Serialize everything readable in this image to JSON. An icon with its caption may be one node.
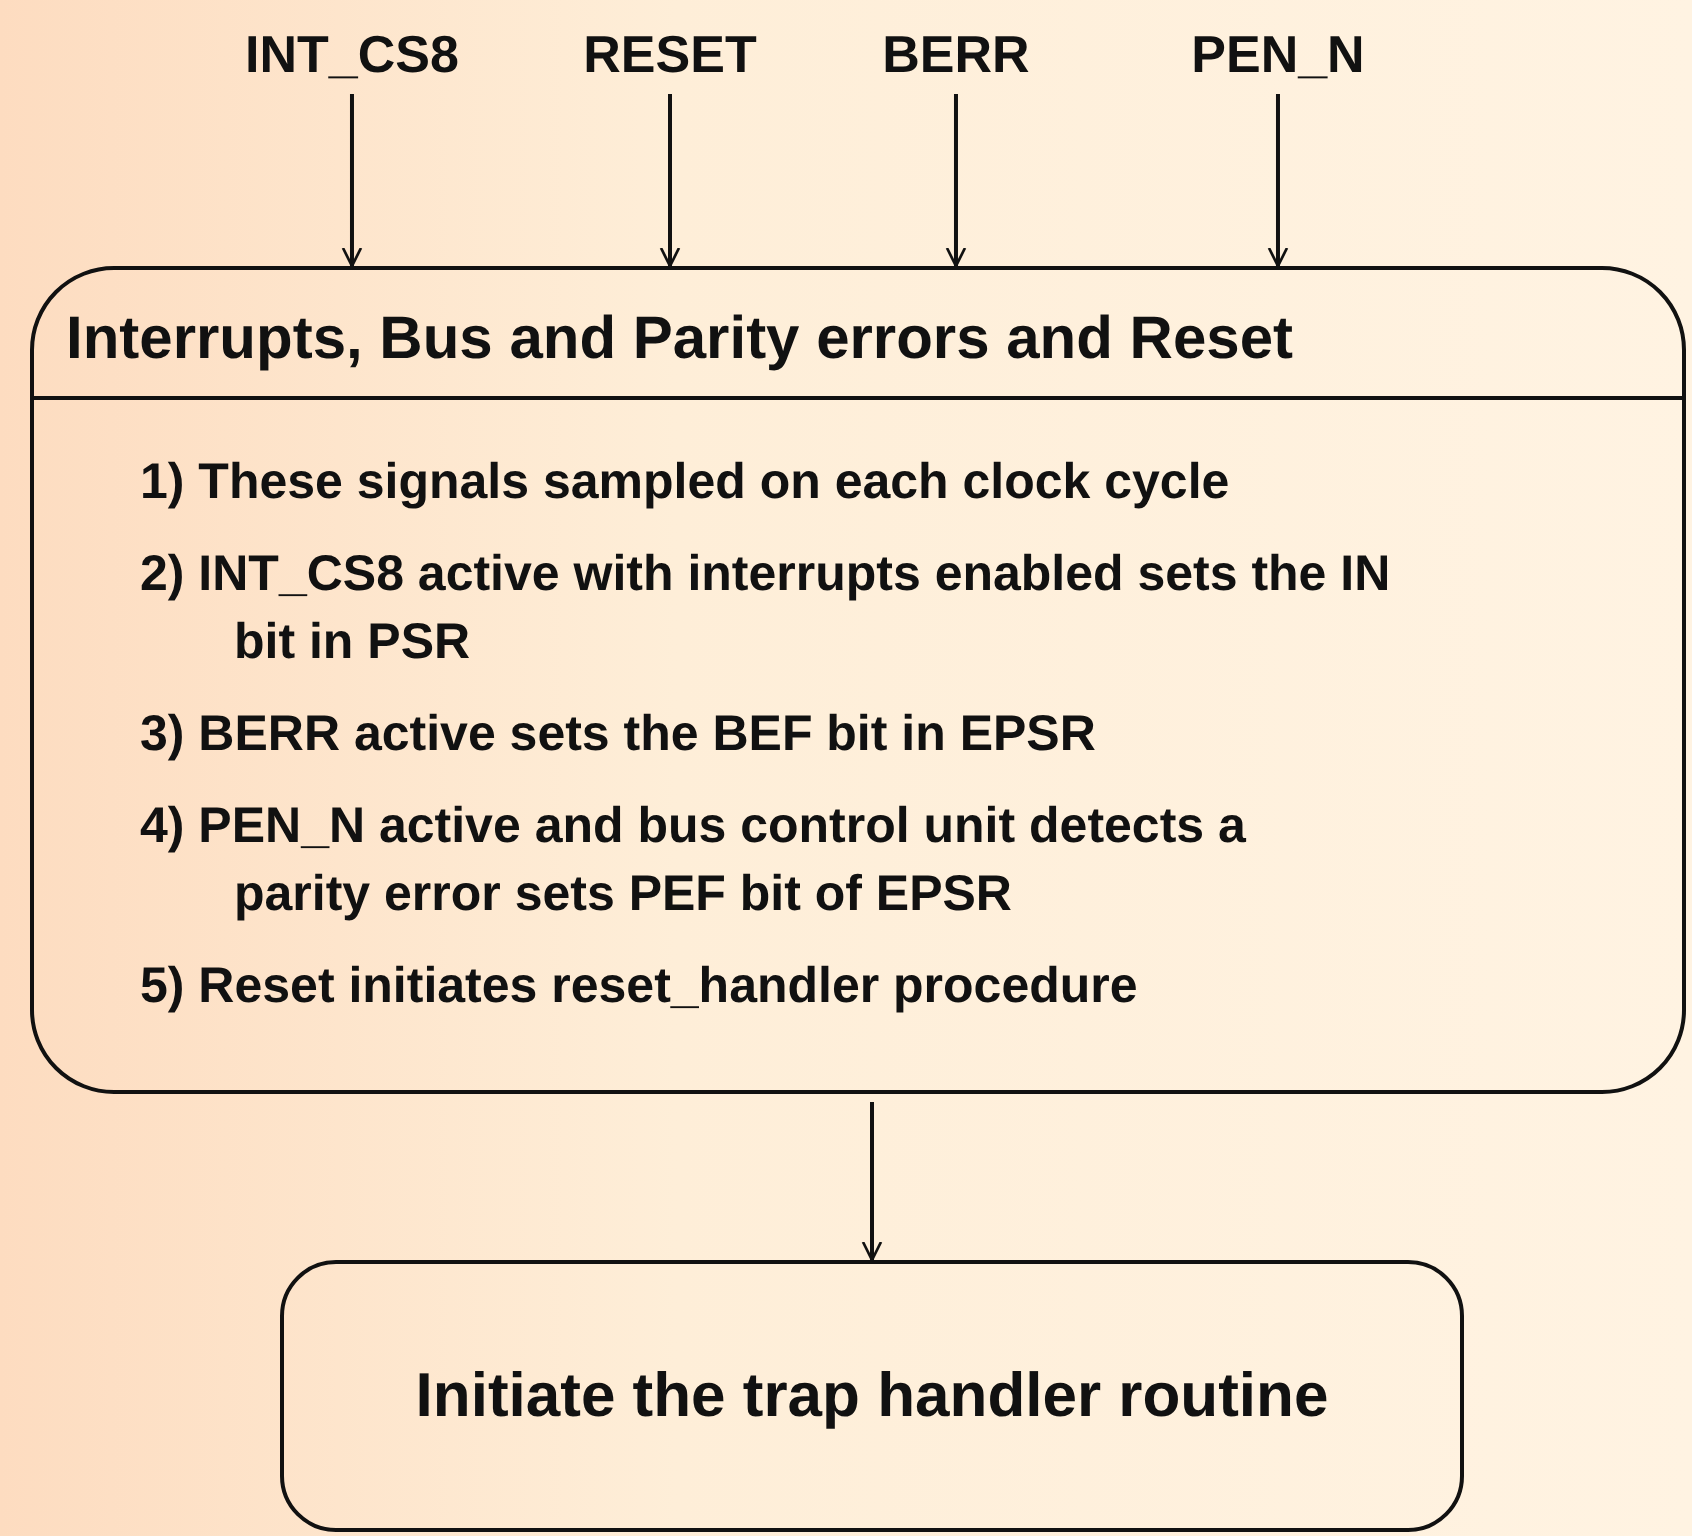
{
  "diagram": {
    "nodes": [
      {
        "text": [
          "INT_CS8"
        ]
      },
      {
        "text": [
          "RESET"
        ]
      },
      {
        "text": [
          "BERR"
        ]
      },
      {
        "text": [
          "PEN_N"
        ]
      },
      {
        "text": [
          "Interrupts, Bus and Parity errors and Reset",
          "1) These signals sampled on each clock cycle",
          "2) INT_CS8 active with interrupts enabled sets the IN bit in PSR",
          "3) BERR active sets the BEF bit in EPSR",
          "4) PEN_N active and bus control unit detects a parity error sets PEF bit of EPSR",
          "5) Reset initiates reset_handler procedure"
        ]
      },
      {
        "text": [
          "Initiate the trap handler routine"
        ]
      }
    ],
    "edges": [
      {
        "from": 0,
        "to": 4,
        "arrow": "to"
      },
      {
        "from": 1,
        "to": 4,
        "arrow": "to"
      },
      {
        "from": 2,
        "to": 4,
        "arrow": "to"
      },
      {
        "from": 3,
        "to": 4,
        "arrow": "to"
      },
      {
        "from": 4,
        "to": 5,
        "arrow": "to"
      }
    ]
  }
}
